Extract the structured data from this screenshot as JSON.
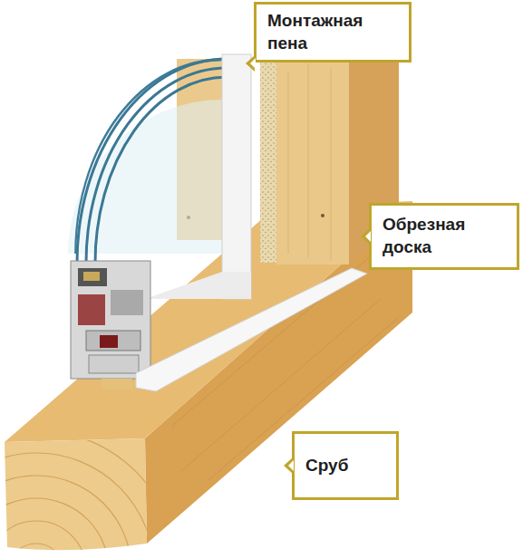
{
  "diagram": {
    "nodes": [
      {
        "text": [
          "Монтажная пена"
        ]
      },
      {
        "text": [
          "Обрезная доска"
        ]
      },
      {
        "text": [
          "Сруб"
        ]
      }
    ]
  }
}
